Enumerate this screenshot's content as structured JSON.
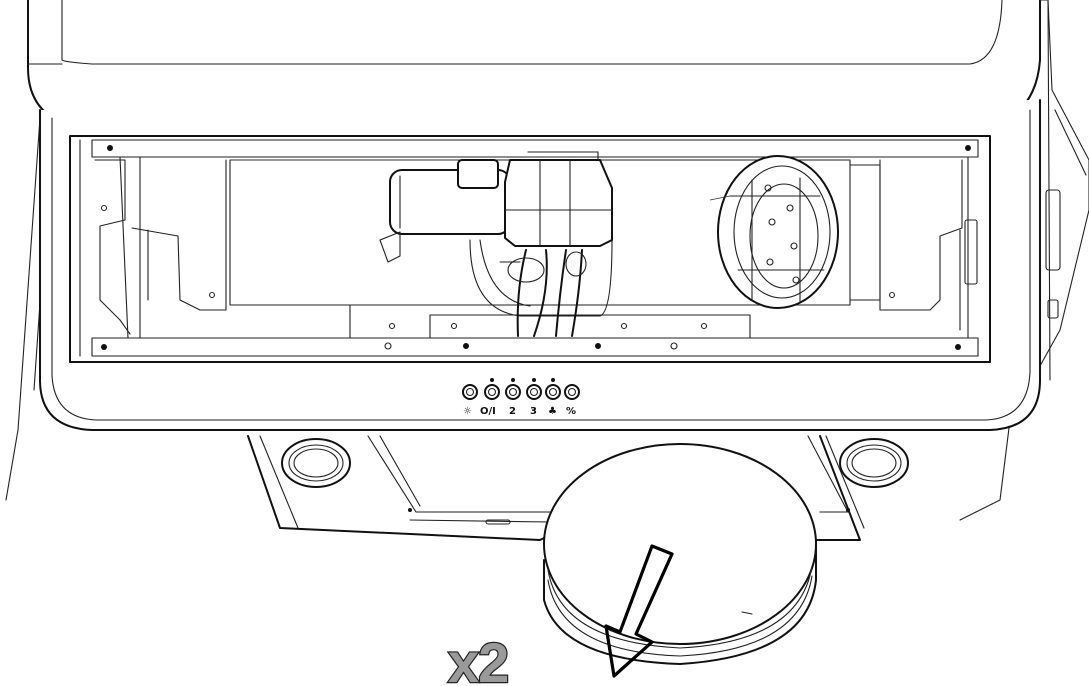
{
  "diagram": {
    "control_panel": {
      "button_labels": [
        "☼",
        "O/I",
        "2",
        "3",
        "♣",
        "%"
      ]
    },
    "callout": {
      "quantity_text": "x2"
    },
    "colors": {
      "line": "#111111",
      "background": "#ffffff",
      "callout_fill": "#9a9a9a"
    }
  }
}
